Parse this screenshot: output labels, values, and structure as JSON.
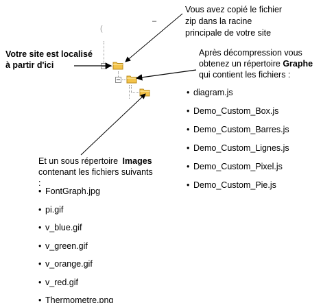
{
  "top_note": "Vous avez copié le fichier\nzip dans la racine\nprincipale de votre site",
  "left_note": {
    "line1": "Votre site est localisé",
    "line2": "à partir d'ici"
  },
  "right_note": {
    "line1": "Après décompression vous",
    "line2": "obtenez un répertoire",
    "bold_word": "Graphe",
    "line3": "qui contient les fichiers :"
  },
  "graphe_files": [
    "diagram.js",
    "Demo_Custom_Box.js",
    "Demo_Custom_Barres.js",
    "Demo_Custom_Lignes.js",
    "Demo_Custom_Pixel.js",
    "Demo_Custom_Pie.js"
  ],
  "images_note": {
    "line1_prefix": "Et un sous répertoire",
    "bold_word": "Images",
    "line2": "contenant les fichiers suivants",
    "line3": ":"
  },
  "images_files": [
    "FontGraph.jpg",
    "pi.gif",
    "v_blue.gif",
    "v_green.gif",
    "v_orange.gif",
    "v_red.gif",
    "Thermometre.png"
  ],
  "colors": {
    "folder_fill": "#f3c34a",
    "folder_edge": "#b88a1c",
    "arrow": "#000000",
    "tree_line": "#9a9a9a"
  }
}
